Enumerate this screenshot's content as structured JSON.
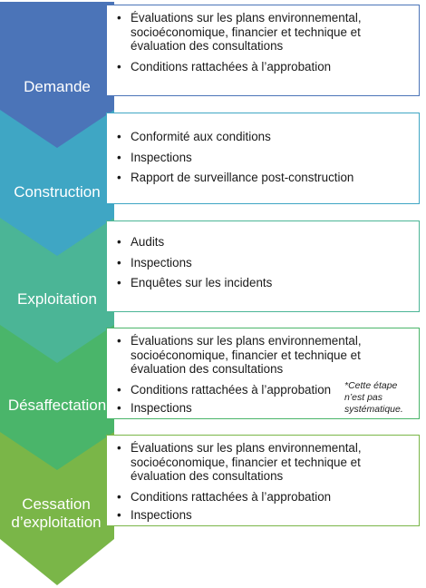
{
  "stages": [
    {
      "label": "Demande",
      "color": "#4b74b8",
      "items": [
        "Évaluations sur les plans environnemental, socioéconomique, financier et technique et évaluation des consultations",
        "Conditions rattachées à l’approbation"
      ]
    },
    {
      "label": "Construction",
      "color": "#3fa6c4",
      "items": [
        "Conformité aux conditions",
        "Inspections",
        "Rapport de surveillance post-construction"
      ]
    },
    {
      "label": "Exploitation",
      "color": "#4bb596",
      "items": [
        "Audits",
        "Inspections",
        "Enquêtes sur les incidents"
      ]
    },
    {
      "label": "Désaffectation",
      "color": "#4ab56a",
      "items": [
        "Évaluations sur les plans environnemental, socioéconomique, financier et technique et évaluation des consultations",
        "Conditions rattachées à l’approbation",
        "Inspections"
      ],
      "note": "*Cette étape n’est pas systématique."
    },
    {
      "label": "Cessation d’exploitation",
      "color": "#7ab648",
      "items": [
        "Évaluations sur les plans environnemental, socioéconomique, financier et technique et évaluation des consultations",
        "Conditions rattachées à l’approbation",
        "Inspections"
      ]
    }
  ]
}
